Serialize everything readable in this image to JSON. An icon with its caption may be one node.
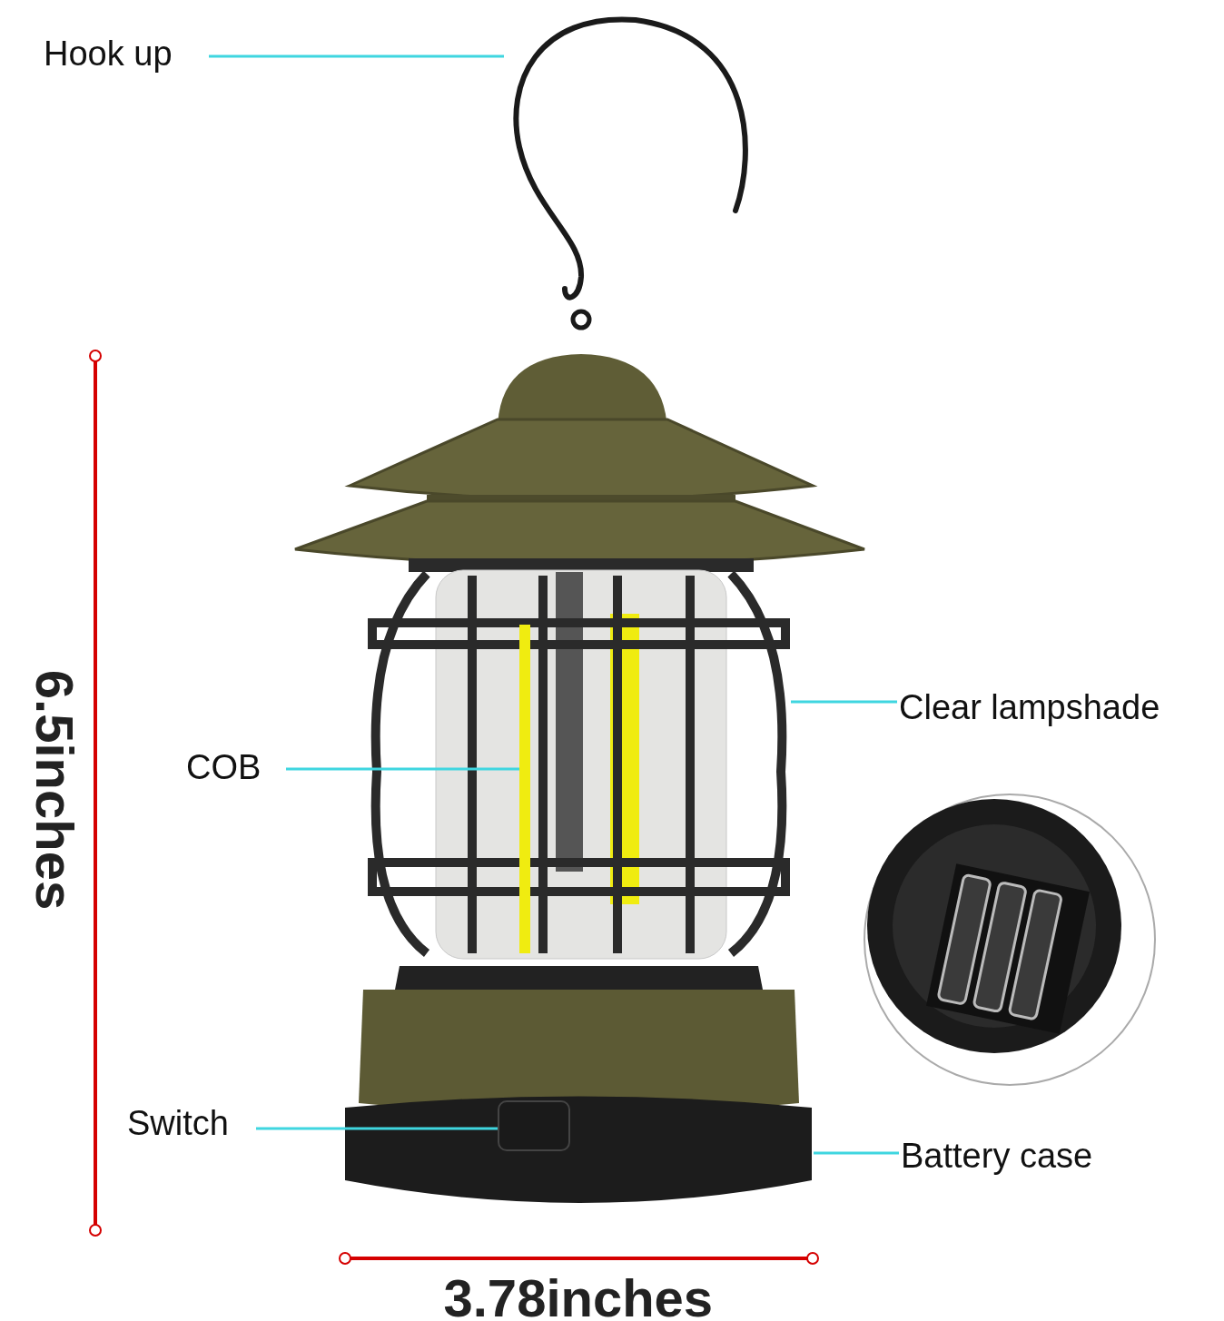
{
  "diagram": {
    "nodes": [
      {
        "text": [
          "Hook up"
        ]
      },
      {
        "text": [],
        "shape": "hook"
      },
      {
        "text": [
          "Clear lampshade"
        ]
      },
      {
        "text": [],
        "shape": "picture"
      },
      {
        "text": [
          "COB"
        ]
      },
      {
        "text": [],
        "shape": "bar",
        "in": 3
      },
      {
        "text": [
          "Battery case"
        ]
      },
      {
        "text": [],
        "shape": "picture"
      },
      {
        "text": [
          "Switch"
        ]
      },
      {
        "text": [],
        "shape": "box",
        "in": 7
      }
    ],
    "edges": [
      {
        "from": 0,
        "to": 1,
        "arrow": "none"
      },
      {
        "from": 2,
        "to": 3,
        "arrow": "none"
      },
      {
        "from": 4,
        "to": 5,
        "arrow": "none"
      },
      {
        "from": 6,
        "to": 7,
        "arrow": "none"
      },
      {
        "from": 8,
        "to": 9,
        "arrow": "none"
      }
    ],
    "labels": [
      "6.5inches",
      "3.78inches"
    ]
  }
}
